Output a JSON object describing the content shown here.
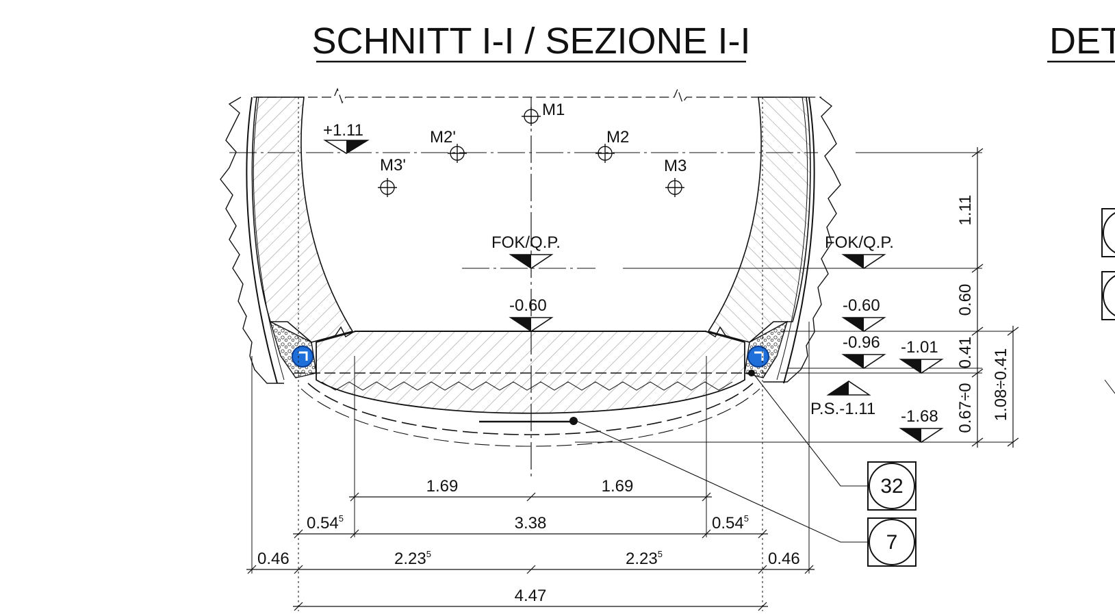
{
  "title": "SCHNITT I-I / SEZIONE I-I",
  "title_partial": "DET",
  "markers": {
    "m1": "M1",
    "m2": "M2",
    "m2p": "M2'",
    "m3": "M3",
    "m3p": "M3'"
  },
  "levels": {
    "top": "+1.11",
    "fok_left": "FOK/Q.P.",
    "fok_right": "FOK/Q.P.",
    "minus060_center": "-0.60",
    "minus060_right": "-0.60",
    "minus096": "-0.96",
    "minus101": "-1.01",
    "ps": "P.S.-1.11",
    "minus168": "-1.68"
  },
  "dimensions": {
    "half_left": "1.69",
    "half_right": "1.69",
    "inner_width": "3.38",
    "edge_left": "0.54",
    "edge_right": "0.54",
    "edge_sup": "5",
    "outer_left": "0.46",
    "outer_right": "0.46",
    "half_total_left": "2.23",
    "half_total_right": "2.23",
    "half_total_sup": "5",
    "total": "4.47",
    "v_111": "1.11",
    "v_060": "0.60",
    "v_041": "0.41",
    "v_067": "0.67÷0",
    "v_108": "1.08÷0.41"
  },
  "callouts": {
    "c32": "32",
    "c7": "7"
  },
  "colors": {
    "line": "#111111",
    "drain": "#1e6fd9",
    "hatch": "#9a9a9a"
  }
}
